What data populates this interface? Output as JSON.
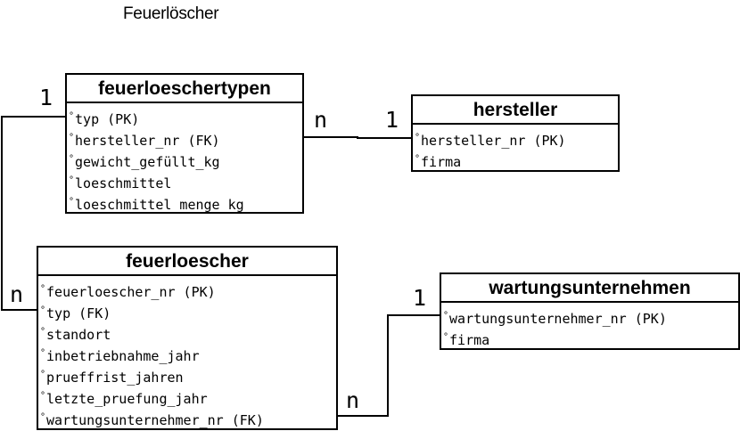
{
  "title": "Feuerlöscher",
  "entities": {
    "feuerloeschertypen": {
      "name": "feuerloeschertypen",
      "attributes": [
        "typ (PK)",
        "hersteller_nr (FK)",
        "gewicht_gefüllt_kg",
        "loeschmittel",
        "loeschmittel_menge_kg"
      ]
    },
    "hersteller": {
      "name": "hersteller",
      "attributes": [
        "hersteller_nr (PK)",
        "firma"
      ]
    },
    "feuerloescher": {
      "name": "feuerloescher",
      "attributes": [
        "feuerloescher_nr (PK)",
        "typ (FK)",
        "standort",
        "inbetriebnahme_jahr",
        "prueffrist_jahren",
        "letzte_pruefung_jahr",
        "wartungsunternehmer_nr (FK)"
      ]
    },
    "wartungsunternehmen": {
      "name": "wartungsunternehmen",
      "attributes": [
        "wartungsunternehmer_nr (PK)",
        "firma"
      ]
    }
  },
  "cardinalities": {
    "typen_left": "1",
    "typen_right": "n",
    "hersteller_left": "1",
    "feuerloescher_left": "n",
    "feuerloescher_right": "n",
    "wartung_left": "1"
  }
}
